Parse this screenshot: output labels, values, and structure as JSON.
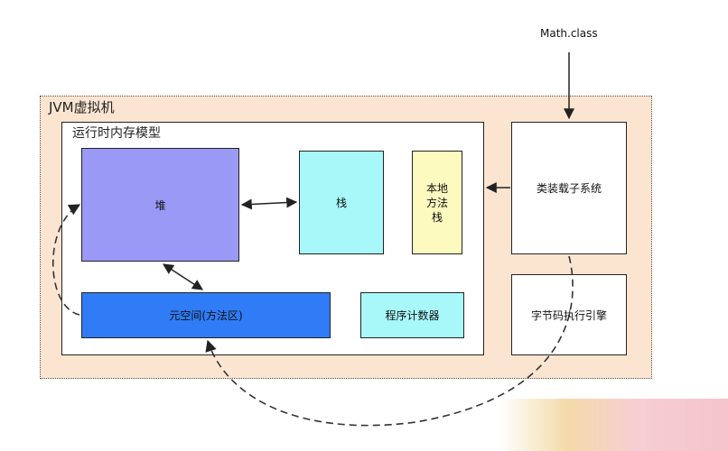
{
  "diagram": {
    "input_label": "Math.class",
    "jvm_title": "JVM虚拟机",
    "runtime_title": "运行时内存模型",
    "heap": "堆",
    "stack": "栈",
    "native_stack_lines": [
      "本地",
      "方法",
      "栈"
    ],
    "metaspace": "元空间(方法区)",
    "program_counter": "程序计数器",
    "class_loader": "类装载子系统",
    "execution_engine": "字节码执行引擎"
  },
  "colors": {
    "jvm_bg": "#fbe5d1",
    "heap": "#9a99f5",
    "stack": "#a8f8fa",
    "native_stack": "#fdfac0",
    "metaspace": "#2f7cf6",
    "program_counter": "#a8f8fa"
  }
}
